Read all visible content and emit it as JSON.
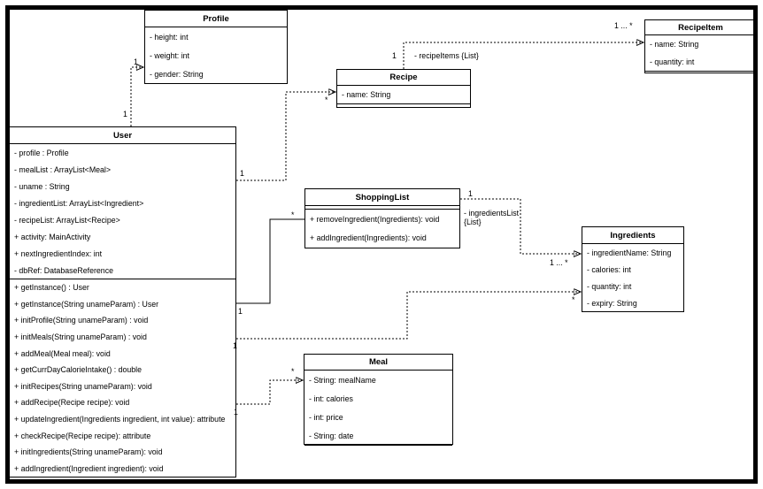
{
  "classes": {
    "profile": {
      "title": "Profile",
      "attributes": [
        "- height: int",
        "- weight: int",
        "- gender: String"
      ]
    },
    "recipeitem": {
      "title": "RecipeItem",
      "attributes": [
        "- name: String",
        "- quantity: int"
      ]
    },
    "recipe": {
      "title": "Recipe",
      "attributes": [
        "- name: String"
      ]
    },
    "user": {
      "title": "User",
      "attributes": [
        "- profile : Profile",
        "- mealList : ArrayList<Meal>",
        "- uname : String",
        "- ingredientList: ArrayList<Ingredient>",
        "- recipeList: ArrayList<Recipe>",
        "+ activity: MainActivity",
        "+ nextIngredientIndex: int",
        "- dbRef: DatabaseReference"
      ],
      "methods": [
        "+ getInstance() : User",
        "+ getInstance(String unameParam) : User",
        "+ initProfile(String unameParam) : void",
        "+ initMeals(String unameParam) : void",
        "+ addMeal(Meal meal): void",
        "+ getCurrDayCalorieIntake() : double",
        "+ initRecipes(String unameParam): void",
        "+ addRecipe(Recipe recipe): void",
        "+ updateIngredient(Ingredients ingredient, int value): attribute",
        "+ checkRecipe(Recipe recipe): attribute",
        "+ initIngredients(String unameParam): void",
        "+ addIngredient(Ingredient ingredient): void"
      ]
    },
    "shoppinglist": {
      "title": "ShoppingList",
      "methods": [
        "+ removeIngredient(Ingredients): void",
        "+ addIngredient(Ingredients): void"
      ]
    },
    "ingredients": {
      "title": "Ingredients",
      "attributes": [
        "- ingredientName: String",
        "- calories: int",
        "- quantity: int",
        "- expiry: String"
      ]
    },
    "meal": {
      "title": "Meal",
      "attributes": [
        "- String: mealName",
        "- int: calories",
        "- int: price",
        "- String: date"
      ]
    }
  },
  "edges": {
    "user_profile": {
      "source_mult": "1",
      "target_mult": "1"
    },
    "user_recipe": {
      "source_mult": "1",
      "target_mult": "*"
    },
    "recipe_recipeitem": {
      "source_mult": "1",
      "target_mult": "1 ... *",
      "label": "- recipeItems {List}"
    },
    "user_shoppinglist": {
      "source_mult": "1",
      "target_mult": "*"
    },
    "shoppinglist_ingredients": {
      "source_mult": "1",
      "target_mult": "1 ... *",
      "label_line1": "- ingredientsList",
      "label_line2": "{List}"
    },
    "user_ingredients": {
      "source_mult": "1",
      "target_mult": "*"
    },
    "user_meal": {
      "source_mult": "1",
      "target_mult": "*"
    }
  }
}
